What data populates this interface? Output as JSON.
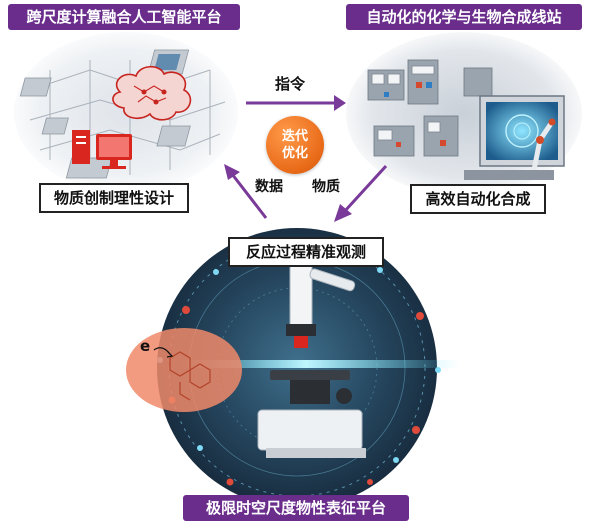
{
  "banners": {
    "top_left": "跨尺度计算融合人工智能平台",
    "top_right": "自动化的化学与生物合成线站",
    "bottom": "极限时空尺度物性表征平台"
  },
  "boxes": {
    "design": "物质创制理性设计",
    "synthesis": "高效自动化合成",
    "observation": "反应过程精准观测"
  },
  "arrows": {
    "top": "指令",
    "left": "数据",
    "right": "物质"
  },
  "center": {
    "line1": "迭代",
    "line2": "优化"
  },
  "molecule": {
    "electron": "e"
  },
  "colors": {
    "banner": "#6a2d8c",
    "arrow": "#7a3a99",
    "center": "#e86a18",
    "molecule": "#f08a6a",
    "beam": "#5fe3ff"
  }
}
